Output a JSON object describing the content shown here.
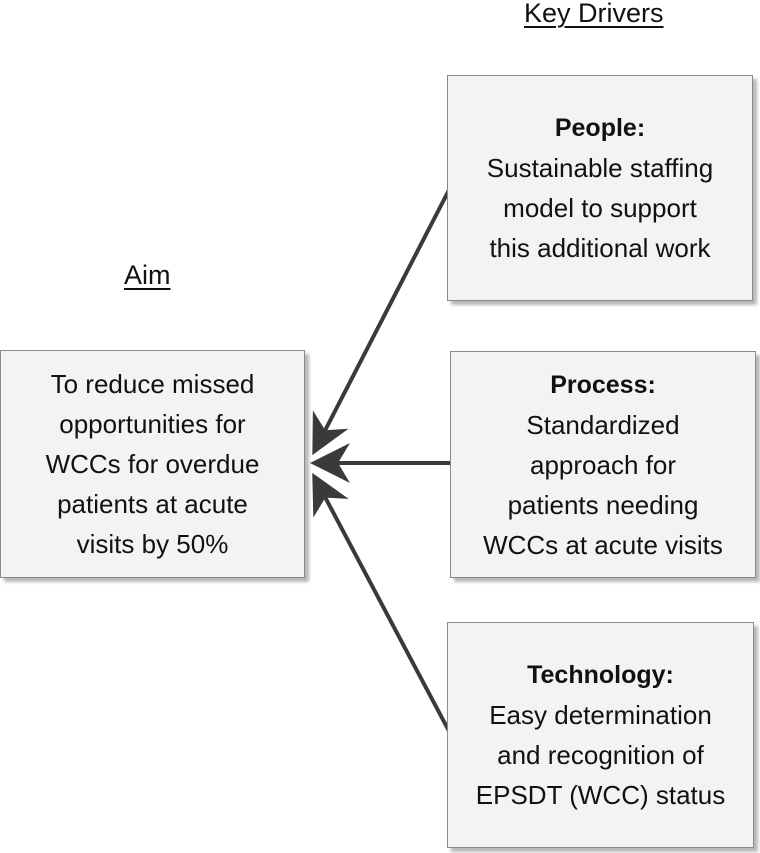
{
  "headings": {
    "key_drivers": "Key Drivers",
    "aim": "Aim"
  },
  "aim": {
    "lines": [
      "To reduce missed",
      "opportunities for",
      "WCCs for overdue",
      "patients at acute",
      "visits by 50%"
    ]
  },
  "drivers": [
    {
      "title": "People:",
      "lines": [
        "Sustainable staffing",
        "model to support",
        "this additional work"
      ]
    },
    {
      "title": "Process:",
      "lines": [
        "Standardized",
        "approach for",
        "patients needing",
        "WCCs at acute visits"
      ]
    },
    {
      "title": "Technology:",
      "lines": [
        "Easy determination",
        "and recognition of",
        "EPSDT (WCC) status"
      ]
    }
  ],
  "colors": {
    "box_fill": "#f3f3f3",
    "box_border": "#8a8a8a",
    "arrow": "#3a3a3a"
  }
}
